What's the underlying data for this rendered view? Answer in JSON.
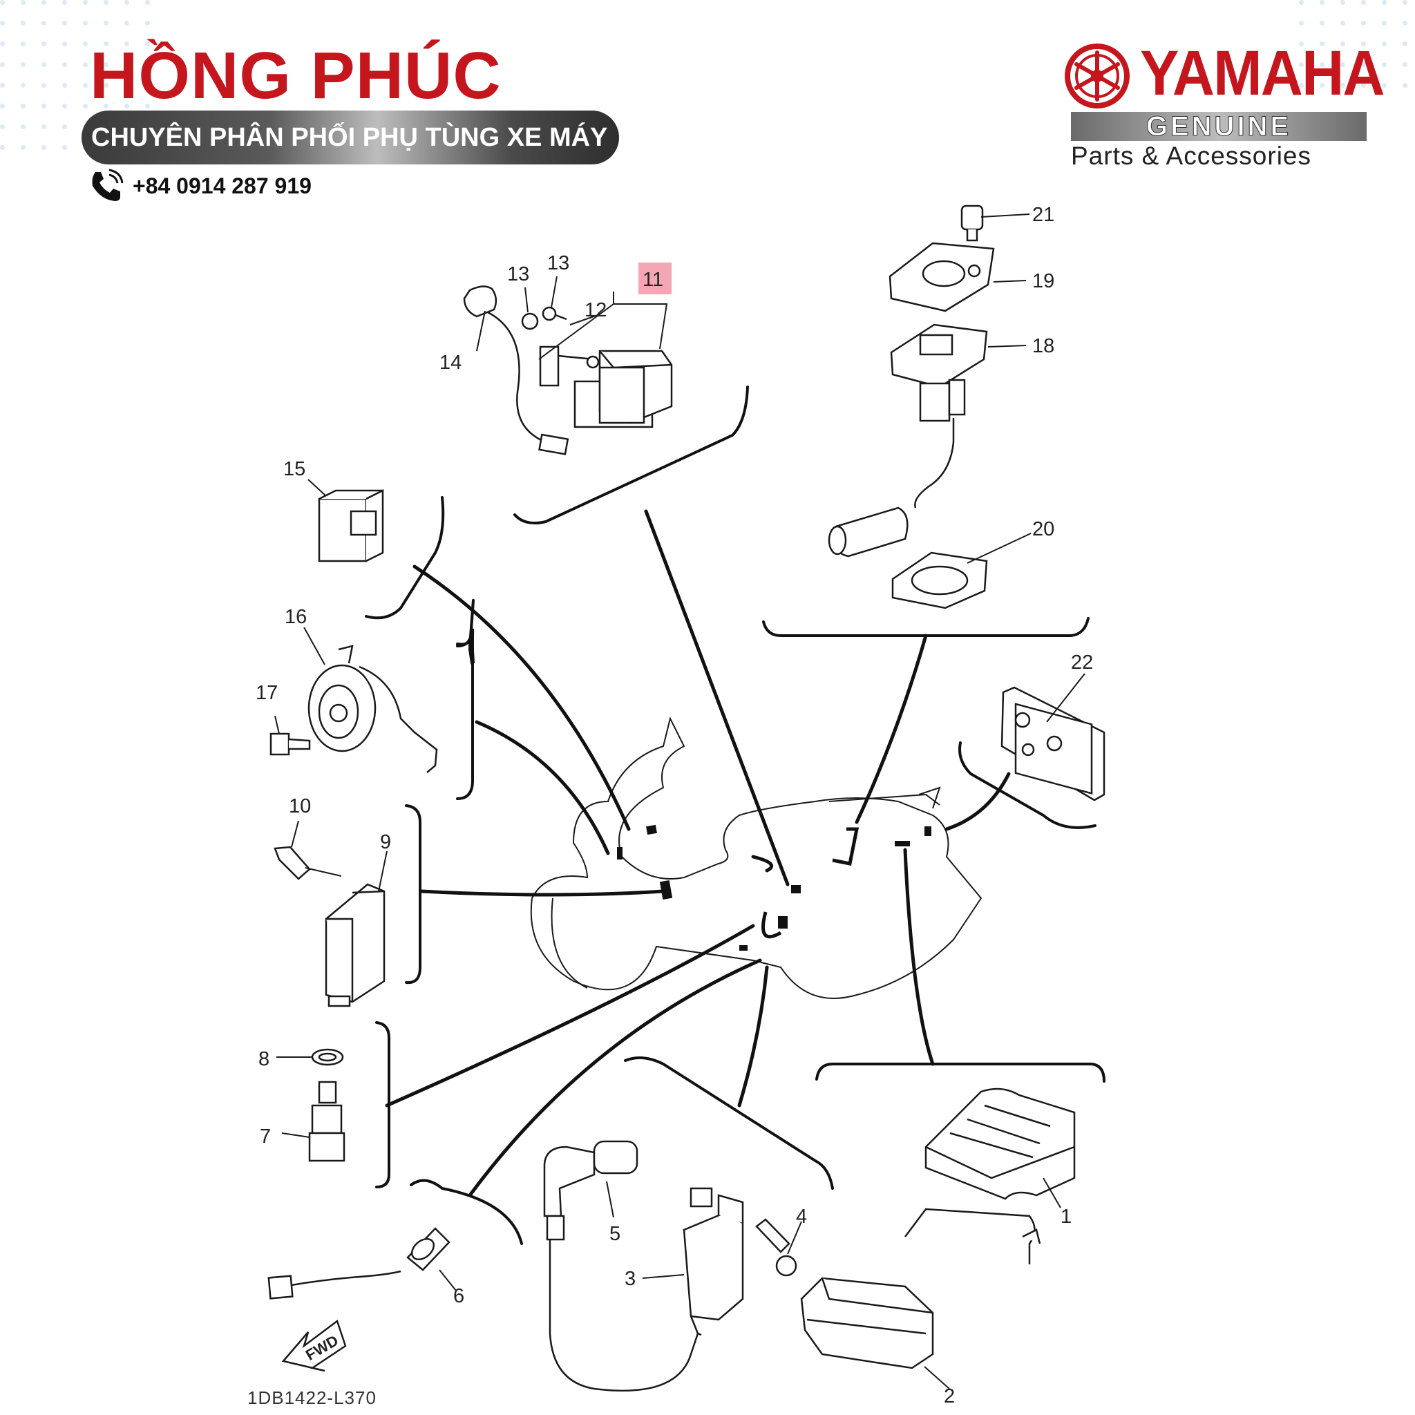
{
  "header": {
    "brand": "HỒNG PHÚC",
    "tagline": "CHUYÊN PHÂN PHỐI PHỤ TÙNG XE MÁY",
    "phone": "+84 0914 287 919"
  },
  "logo": {
    "maker": "YAMAHA",
    "genuine": "GENUINE",
    "subtitle": "Parts & Accessories"
  },
  "colors": {
    "brand_red": "#c4161c",
    "highlight": "#f4a6b4",
    "line": "#111111"
  },
  "diagram": {
    "part_labels": [
      "1",
      "2",
      "3",
      "4",
      "5",
      "6",
      "7",
      "8",
      "9",
      "10",
      "11",
      "12",
      "13",
      "13",
      "14",
      "15",
      "16",
      "17",
      "18",
      "19",
      "20",
      "21",
      "22"
    ],
    "highlighted_part": "11",
    "direction_mark": "FWD",
    "code": "1DB1422-L370"
  }
}
